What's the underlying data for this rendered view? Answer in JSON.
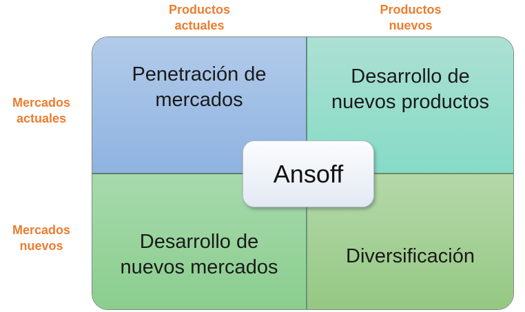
{
  "colors": {
    "accent_orange": "#ED7C2F",
    "text_dark": "#1a1a1a",
    "divider_dark": "#5e8b80"
  },
  "axis": {
    "columns": [
      {
        "lines": [
          "Productos",
          "actuales"
        ]
      },
      {
        "lines": [
          "Productos",
          "nuevos"
        ]
      }
    ],
    "rows": [
      {
        "lines": [
          "Mercados",
          "actuales"
        ]
      },
      {
        "lines": [
          "Mercados",
          "nuevos"
        ]
      }
    ]
  },
  "matrix": {
    "center_label": "Ansoff",
    "quadrants": [
      {
        "name": "market-penetration",
        "lines": [
          "Penetración de",
          "mercados"
        ],
        "color_top": "#b2cbea",
        "color_bottom": "#8fb3e0"
      },
      {
        "name": "new-product-development",
        "lines": [
          "Desarrollo de",
          "nuevos productos"
        ],
        "color_top": "#ace0d3",
        "color_bottom": "#86dbc6"
      },
      {
        "name": "new-market-development",
        "lines": [
          "Desarrollo de",
          "nuevos mercados"
        ],
        "color_top": "#a7d9ad",
        "color_bottom": "#8ace8d"
      },
      {
        "name": "diversification",
        "lines": [
          "Diversificación",
          ""
        ],
        "color_top": "#b5d8a9",
        "color_bottom": "#95c883"
      }
    ]
  }
}
